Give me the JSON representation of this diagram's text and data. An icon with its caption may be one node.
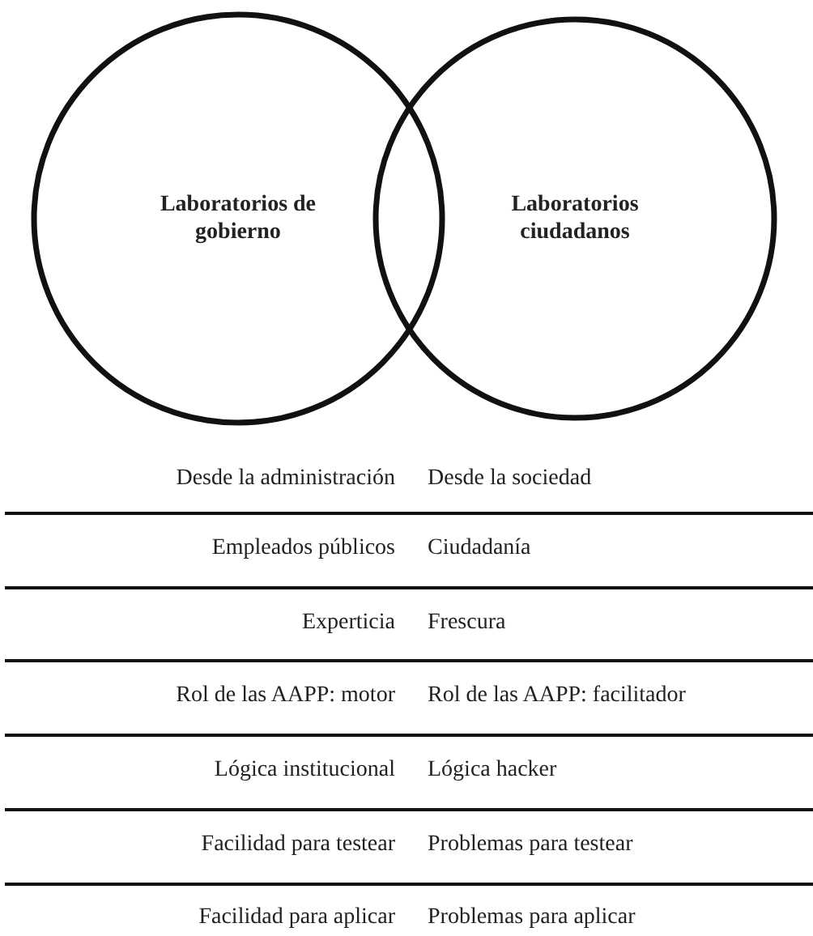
{
  "diagram": {
    "nodes": [
      {
        "text": [
          "Laboratorios de gobierno"
        ]
      },
      {
        "text": [
          "Laboratorios ciudadanos"
        ]
      }
    ],
    "labels": [
      "Desde la administración",
      "Desde la sociedad",
      "Empleados públicos",
      "Ciudadanía",
      "Experticia",
      "Frescura",
      "Rol de las AAPP: motor",
      "Rol de las AAPP: facilitador",
      "Lógica institucional",
      "Lógica hacker",
      "Facilidad para testear",
      "Problemas para testear",
      "Facilidad para aplicar",
      "Problemas para aplicar"
    ]
  }
}
